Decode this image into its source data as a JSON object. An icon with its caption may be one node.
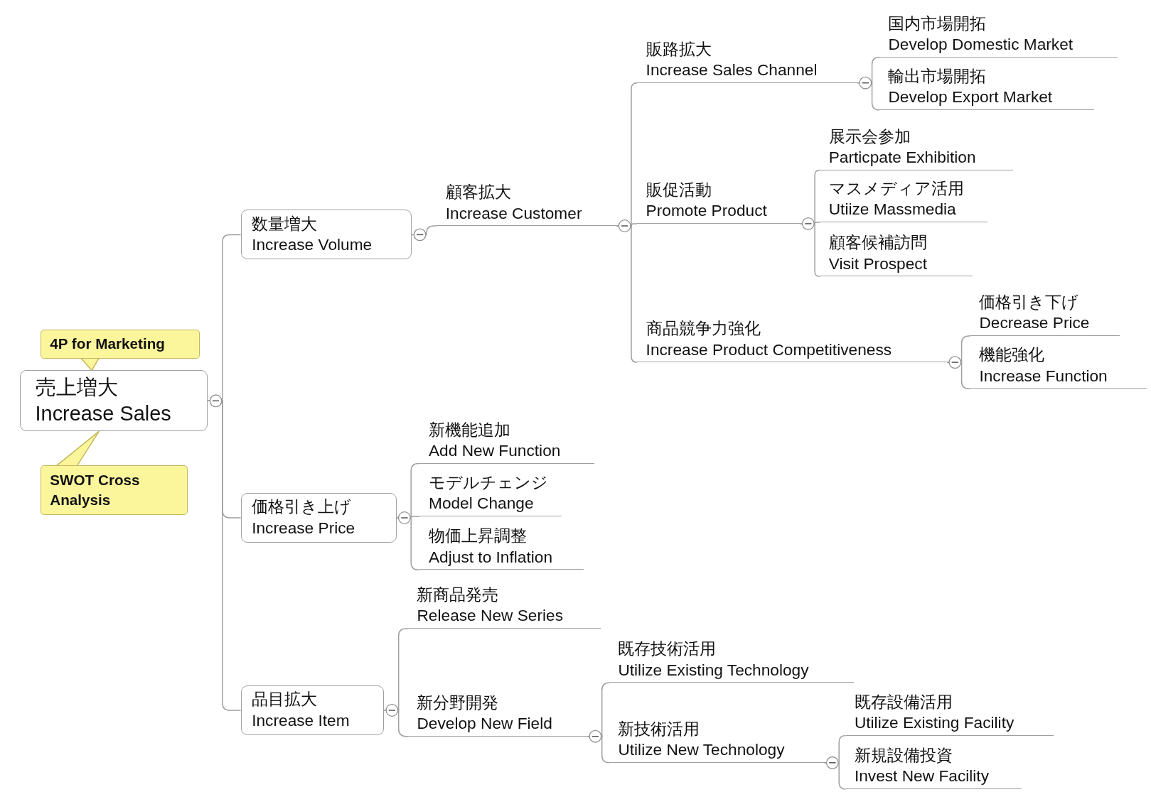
{
  "diagram": {
    "nodes": [
      {
        "text": [
          "売上増大",
          "Increase Sales"
        ]
      },
      {
        "text": [
          "4P for Marketing"
        ]
      },
      {
        "text": [
          "SWOT Cross Analysis"
        ]
      },
      {
        "text": [
          "数量増大",
          "Increase Volume"
        ]
      },
      {
        "text": [
          "顧客拡大",
          "Increase Customer"
        ]
      },
      {
        "text": [
          "販路拡大",
          "Increase Sales Channel"
        ]
      },
      {
        "text": [
          "国内市場開拓",
          "Develop Domestic Market"
        ]
      },
      {
        "text": [
          "輸出市場開拓",
          "Develop Export Market"
        ]
      },
      {
        "text": [
          "販促活動",
          "Promote Product"
        ]
      },
      {
        "text": [
          "展示会参加",
          "Particpate Exhibition"
        ]
      },
      {
        "text": [
          "マスメディア活用",
          "Utiize Massmedia"
        ]
      },
      {
        "text": [
          "顧客候補訪問",
          "Visit Prospect"
        ]
      },
      {
        "text": [
          "商品競争力強化",
          "Increase Product Competitiveness"
        ]
      },
      {
        "text": [
          "価格引き下げ",
          "Decrease Price"
        ]
      },
      {
        "text": [
          "機能強化",
          "Increase Function"
        ]
      },
      {
        "text": [
          "価格引き上げ",
          "Increase Price"
        ]
      },
      {
        "text": [
          "新機能追加",
          "Add New Function"
        ]
      },
      {
        "text": [
          "モデルチェンジ",
          "Model Change"
        ]
      },
      {
        "text": [
          "物価上昇調整",
          "Adjust to Inflation"
        ]
      },
      {
        "text": [
          "品目拡大",
          "Increase Item"
        ]
      },
      {
        "text": [
          "新商品発売",
          "Release New Series"
        ]
      },
      {
        "text": [
          "新分野開発",
          "Develop New Field"
        ]
      },
      {
        "text": [
          "既存技術活用",
          "Utilize Existing Technology"
        ]
      },
      {
        "text": [
          "新技術活用",
          "Utilize New Technology"
        ]
      },
      {
        "text": [
          "既存設備活用",
          "Utilize Existing Facility"
        ]
      },
      {
        "text": [
          "新規設備投資",
          "Invest New Facility"
        ]
      }
    ],
    "edges": [
      {
        "from": 0,
        "to": 3,
        "arrow": "none"
      },
      {
        "from": 0,
        "to": 15,
        "arrow": "none"
      },
      {
        "from": 0,
        "to": 19,
        "arrow": "none"
      },
      {
        "from": 3,
        "to": 4,
        "arrow": "none"
      },
      {
        "from": 4,
        "to": 5,
        "arrow": "none"
      },
      {
        "from": 4,
        "to": 8,
        "arrow": "none"
      },
      {
        "from": 4,
        "to": 12,
        "arrow": "none"
      },
      {
        "from": 5,
        "to": 6,
        "arrow": "none"
      },
      {
        "from": 5,
        "to": 7,
        "arrow": "none"
      },
      {
        "from": 8,
        "to": 9,
        "arrow": "none"
      },
      {
        "from": 8,
        "to": 10,
        "arrow": "none"
      },
      {
        "from": 8,
        "to": 11,
        "arrow": "none"
      },
      {
        "from": 12,
        "to": 13,
        "arrow": "none"
      },
      {
        "from": 12,
        "to": 14,
        "arrow": "none"
      },
      {
        "from": 15,
        "to": 16,
        "arrow": "none"
      },
      {
        "from": 15,
        "to": 17,
        "arrow": "none"
      },
      {
        "from": 15,
        "to": 18,
        "arrow": "none"
      },
      {
        "from": 19,
        "to": 20,
        "arrow": "none"
      },
      {
        "from": 19,
        "to": 21,
        "arrow": "none"
      },
      {
        "from": 21,
        "to": 22,
        "arrow": "none"
      },
      {
        "from": 21,
        "to": 23,
        "arrow": "none"
      },
      {
        "from": 23,
        "to": 24,
        "arrow": "none"
      },
      {
        "from": 23,
        "to": 25,
        "arrow": "none"
      }
    ]
  }
}
